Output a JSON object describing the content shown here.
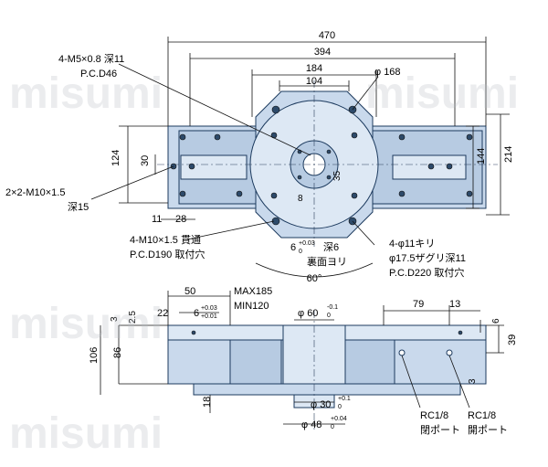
{
  "watermark": "misumi",
  "top_view": {
    "dims": {
      "d470": "470",
      "d394": "394",
      "d184": "184",
      "d104": "104",
      "phi168": "φ 168",
      "d124": "124",
      "d30": "30",
      "d144": "144",
      "d214": "214",
      "d11": "11",
      "d28": "28",
      "d8": "8",
      "d35": "35",
      "d6_tol": "6",
      "d6_tol_up": "+0.03",
      "d6_tol_lo": "0",
      "d60deg": "60°"
    },
    "callouts": {
      "m5_line1": "4-M5×0.8 深11",
      "m5_line2": "P.C.D46",
      "m10_line1": "2×2-M10×1.5",
      "m10_line2": "深15",
      "m10b_line1": "4-M10×1.5 貫通",
      "m10b_line2": "P.C.D190 取付穴",
      "fukasa6": "深6",
      "uramen": "裏面ヨリ",
      "phi11_line1": "4-φ11キリ",
      "phi11_line2": "φ17.5ザグリ深11",
      "phi11_line3": "P.C.D220 取付穴"
    }
  },
  "front_view": {
    "dims": {
      "d50": "50",
      "d22": "22",
      "d6": "6",
      "d6_up": "+0.03",
      "d6_lo": "+0.01",
      "max185": "MAX185",
      "min120": "MIN120",
      "phi60": "φ 60",
      "phi60_up": "-0.1",
      "phi60_lo": "0",
      "d79": "79",
      "d13": "13",
      "d3a": "3",
      "d2_5": "2.5",
      "d6r": "6",
      "d39": "39",
      "d106": "106",
      "d86": "86",
      "d3b": "3",
      "d18": "18",
      "phi30": "φ 30",
      "phi30_up": "+0.1",
      "phi30_lo": "0",
      "phi48": "φ 48",
      "phi48_up": "+0.04",
      "phi48_lo": "0"
    },
    "callouts": {
      "rc_left_1": "RC1/8",
      "rc_left_2": "閉ポート",
      "rc_right_1": "RC1/8",
      "rc_right_2": "開ポート"
    }
  }
}
